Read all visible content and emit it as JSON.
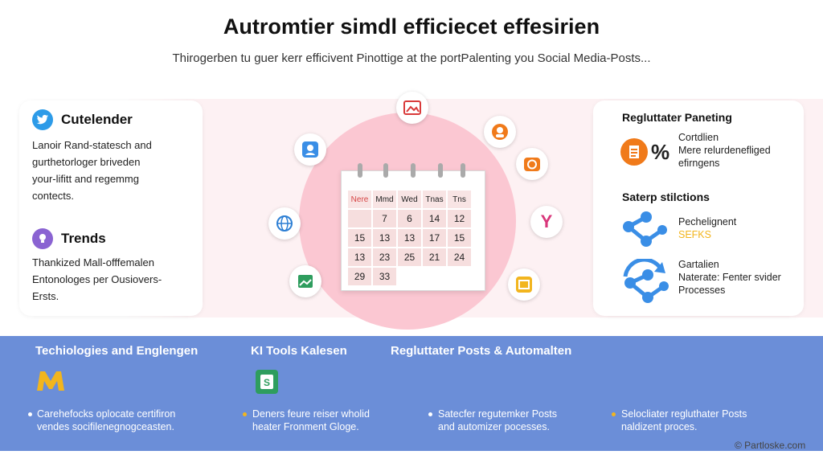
{
  "header": {
    "title": "Autromtier simdl efficiecet effesirien",
    "subtitle": "Thirogerben tu guer kerr efficivent Pinottige at the portPalenting you Social Media-Posts..."
  },
  "left_card": {
    "calendar_section": {
      "icon": "twitter-bird-icon",
      "title": "Cutelender",
      "lines": [
        "Lanoir Rand-statesch and",
        "gurthetorloger briveden",
        "your-lifitt and regemmg",
        "contects."
      ]
    },
    "trends_section": {
      "icon": "bulb-icon",
      "title": "Trends",
      "lines": [
        "Thankized Mall-offfemalen",
        "Entonologes per Ousiovers-",
        "Ersts."
      ]
    }
  },
  "calendar": {
    "headers": [
      "Nere",
      "Mmd",
      "Wed",
      "Tnas",
      "Tns"
    ],
    "rows": [
      [
        "",
        "7",
        "6",
        "14",
        "12"
      ],
      [
        "15",
        "13",
        "13",
        "17",
        "15"
      ],
      [
        "13",
        "23",
        "25",
        "21",
        "24"
      ],
      [
        "29",
        "33",
        "",
        "",
        ""
      ]
    ],
    "social_icons": [
      "image-icon",
      "location-icon",
      "profile-icon",
      "camera-icon",
      "yahoo-icon",
      "globe-icon",
      "gallery-icon",
      "chart-icon"
    ]
  },
  "right_card": {
    "panel": {
      "title": "Regluttater Paneting",
      "item_icon": "document-percent-icon",
      "lines": [
        "Cortdlien",
        "Mere relurdenefliged",
        "efirngens"
      ]
    },
    "stats": {
      "title": "Saterp stilctions",
      "item1": {
        "icon": "network-nodes-icon",
        "line1": "Pechelignent",
        "highlight": "SEFKS"
      },
      "item2": {
        "icon": "refresh-network-icon",
        "lines": [
          "Gartalien",
          "Naterate: Fenter svider",
          "Processes"
        ]
      }
    }
  },
  "bottom": {
    "columns": [
      {
        "title": "Techiologies and Englengen",
        "icon": "m-logo-icon",
        "lines": [
          "Carehefocks oplocate certifiron",
          "vendes socifilenegnogceasten."
        ]
      },
      {
        "title": "KI Tools Kalesen",
        "icon": "sheets-icon",
        "lines": [
          "Deners feure reiser wholid",
          "heater Fronment Gloge."
        ]
      },
      {
        "title": "Regluttater Posts & Automalten",
        "icon": "",
        "lines": [
          "Satecfer regutemker Posts",
          "and automizer pocesses."
        ]
      },
      {
        "title": "",
        "icon": "",
        "lines": [
          "Selocliater regluthater Posts",
          "naldizent proces."
        ]
      }
    ],
    "watermark": "© Partloske.com"
  },
  "colors": {
    "bottom_band": "#6b8ed8",
    "pink_circle": "#fbc7d2",
    "accent_orange": "#f07a1a",
    "accent_blue": "#3a8ee6",
    "highlight_yellow": "#f2b51e"
  }
}
